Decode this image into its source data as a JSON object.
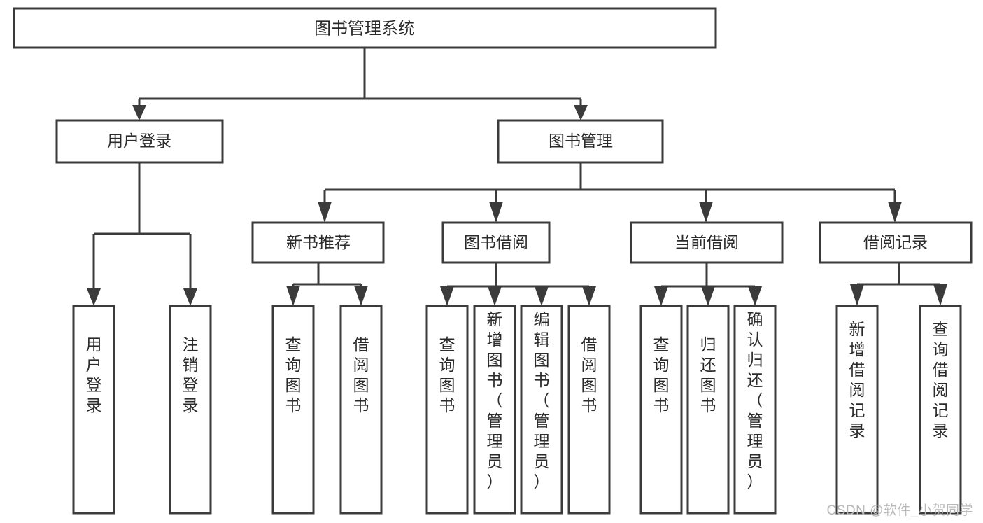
{
  "diagram": {
    "title": "图书管理系统",
    "type": "tree-hierarchy",
    "watermark": "CSDN @软件_小贺同学",
    "colors": {
      "stroke": "#3b3b3b",
      "fill": "#ffffff",
      "text": "#2b2b2b",
      "background": "#ffffff",
      "watermark": "#b9b9b9"
    },
    "root": {
      "label": "图书管理系统",
      "level": 0
    },
    "level1": [
      {
        "label": "用户登录"
      },
      {
        "label": "图书管理"
      }
    ],
    "level2": [
      {
        "label": "新书推荐"
      },
      {
        "label": "图书借阅"
      },
      {
        "label": "当前借阅"
      },
      {
        "label": "借阅记录"
      }
    ],
    "leaves": {
      "user_login": [
        {
          "label": "用户登录"
        },
        {
          "label": "注销登录"
        }
      ],
      "new_book_recommend": [
        {
          "label": "查询图书"
        },
        {
          "label": "借阅图书"
        }
      ],
      "book_borrow": [
        {
          "label": "查询图书"
        },
        {
          "label": "新增图书（管理员）"
        },
        {
          "label": "编辑图书（管理员）"
        },
        {
          "label": "借阅图书"
        }
      ],
      "current_borrow": [
        {
          "label": "查询图书"
        },
        {
          "label": "归还图书"
        },
        {
          "label": "确认归还（管理员）"
        }
      ],
      "borrow_record": [
        {
          "label": "新增借阅记录"
        },
        {
          "label": "查询借阅记录"
        }
      ]
    }
  }
}
